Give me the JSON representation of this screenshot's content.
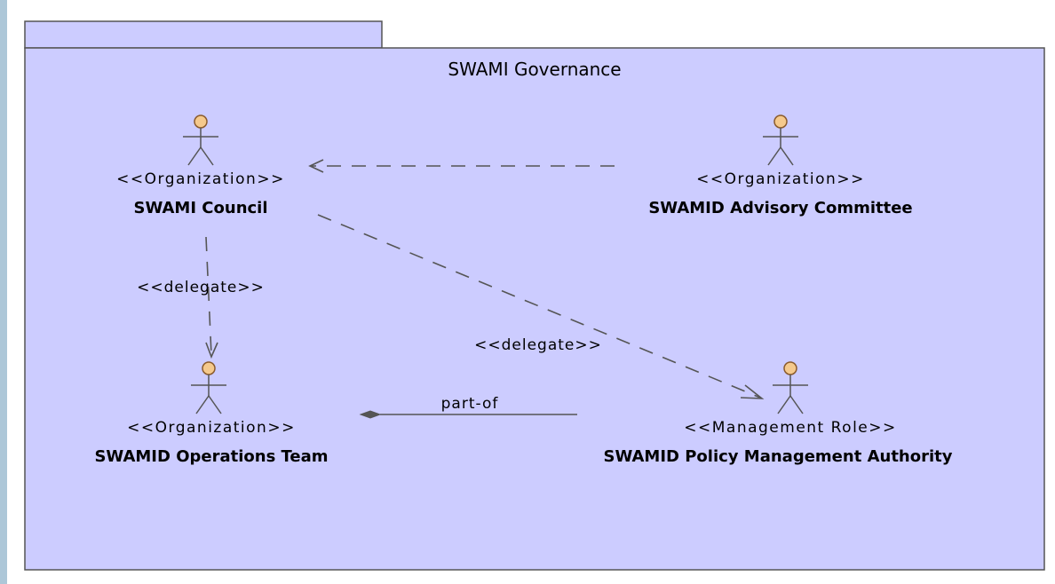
{
  "diagram": {
    "package": {
      "title": "SWAMI Governance"
    },
    "actors": [
      {
        "id": "swami-council",
        "stereotype": "<<Organization>>",
        "name": "SWAMI Council"
      },
      {
        "id": "swamid-advisory-committee",
        "stereotype": "<<Organization>>",
        "name": "SWAMID Advisory Committee"
      },
      {
        "id": "swamid-operations-team",
        "stereotype": "<<Organization>>",
        "name": "SWAMID Operations Team"
      },
      {
        "id": "swamid-pma",
        "stereotype": "<<Management Role>>",
        "name": "SWAMID Policy Management Authority"
      }
    ],
    "relations": [
      {
        "from": "swamid-advisory-committee",
        "to": "swami-council",
        "type": "dependency",
        "label": ""
      },
      {
        "from": "swami-council",
        "to": "swamid-operations-team",
        "type": "dependency",
        "label": "<<delegate>>"
      },
      {
        "from": "swami-council",
        "to": "swamid-pma",
        "type": "dependency",
        "label": "<<delegate>>"
      },
      {
        "from": "swamid-pma",
        "to": "swamid-operations-team",
        "type": "composition",
        "label": "part-of"
      }
    ],
    "colors": {
      "package_fill": "#ccccff",
      "actor_head": "#f5c98c",
      "frame_background": "#adc7d8"
    }
  }
}
